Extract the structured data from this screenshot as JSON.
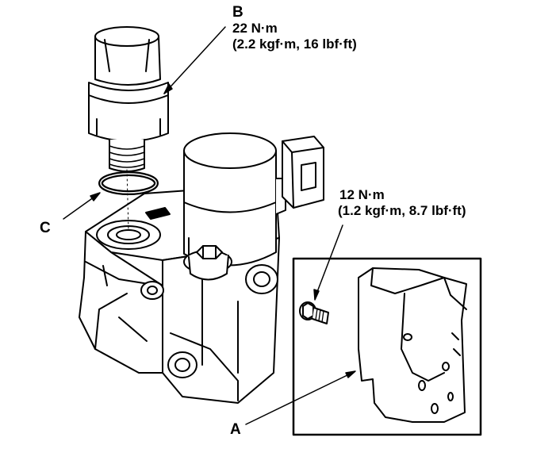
{
  "callouts": {
    "a": {
      "letter": "A"
    },
    "b": {
      "letter": "B",
      "torque": "22 N·m",
      "torque_alt": "(2.2 kgf·m, 16 lbf·ft)"
    },
    "c": {
      "letter": "C"
    },
    "bolt": {
      "torque": "12 N·m",
      "torque_alt": "(1.2 kgf·m, 8.7 lbf·ft)"
    }
  }
}
